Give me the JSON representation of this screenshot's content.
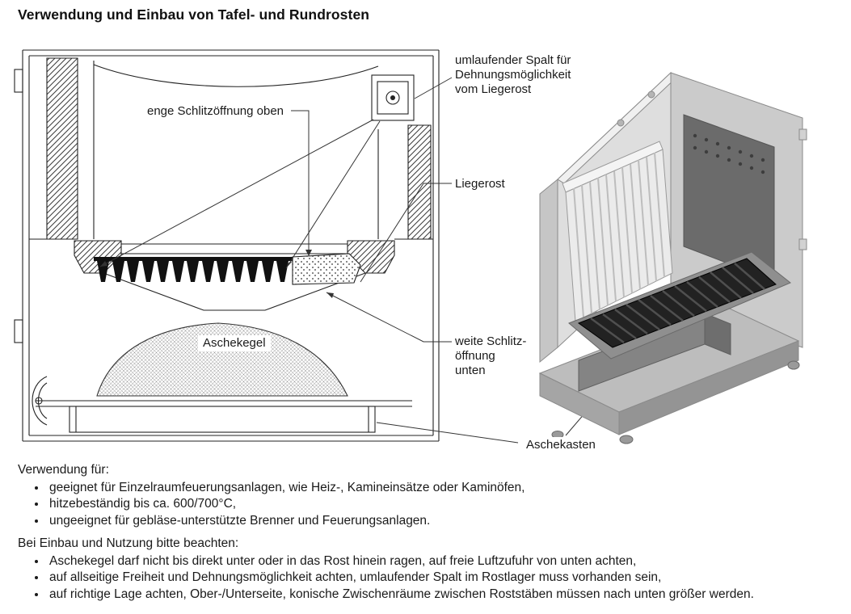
{
  "page": {
    "title": "Verwendung und Einbau von Tafel- und Rundrosten"
  },
  "labels": {
    "enge_schlitz": "enge Schlitzöffnung oben",
    "umlaufender_spalt": "umlaufender Spalt für\nDehnungsmöglichkeit\nvom Liegerost",
    "liegerost": "Liegerost",
    "weite_schlitz": "weite Schlitz-\nöffnung\nunten",
    "aschekegel": "Aschekegel",
    "aschekasten": "Aschekasten"
  },
  "sections": [
    {
      "heading": "Verwendung für:",
      "bullets": [
        "geeignet für Einzelraumfeuerungsanlagen, wie Heiz-, Kamineinsätze oder Kaminöfen,",
        "hitzebeständig bis ca. 600/700°C,",
        "ungeeignet für gebläse-unterstützte Brenner und Feuerungsanlagen."
      ]
    },
    {
      "heading": "Bei Einbau und Nutzung bitte beachten:",
      "bullets": [
        "Aschekegel darf nicht bis direkt unter oder in das Rost hinein ragen, auf freie Luftzufuhr von unten achten,",
        "auf allseitige Freiheit und Dehnungsmöglichkeit achten, umlaufender Spalt im Rostlager muss vorhanden sein,",
        "auf richtige Lage achten, Ober-/Unterseite, konische Zwischenräume zwischen Roststäben müssen nach unten größer werden."
      ]
    }
  ],
  "colors": {
    "text": "#1a1a1a",
    "line": "#222222",
    "grate_dark": "#222222",
    "metal_light": "#dedede",
    "metal_mid": "#9a9a9a"
  }
}
